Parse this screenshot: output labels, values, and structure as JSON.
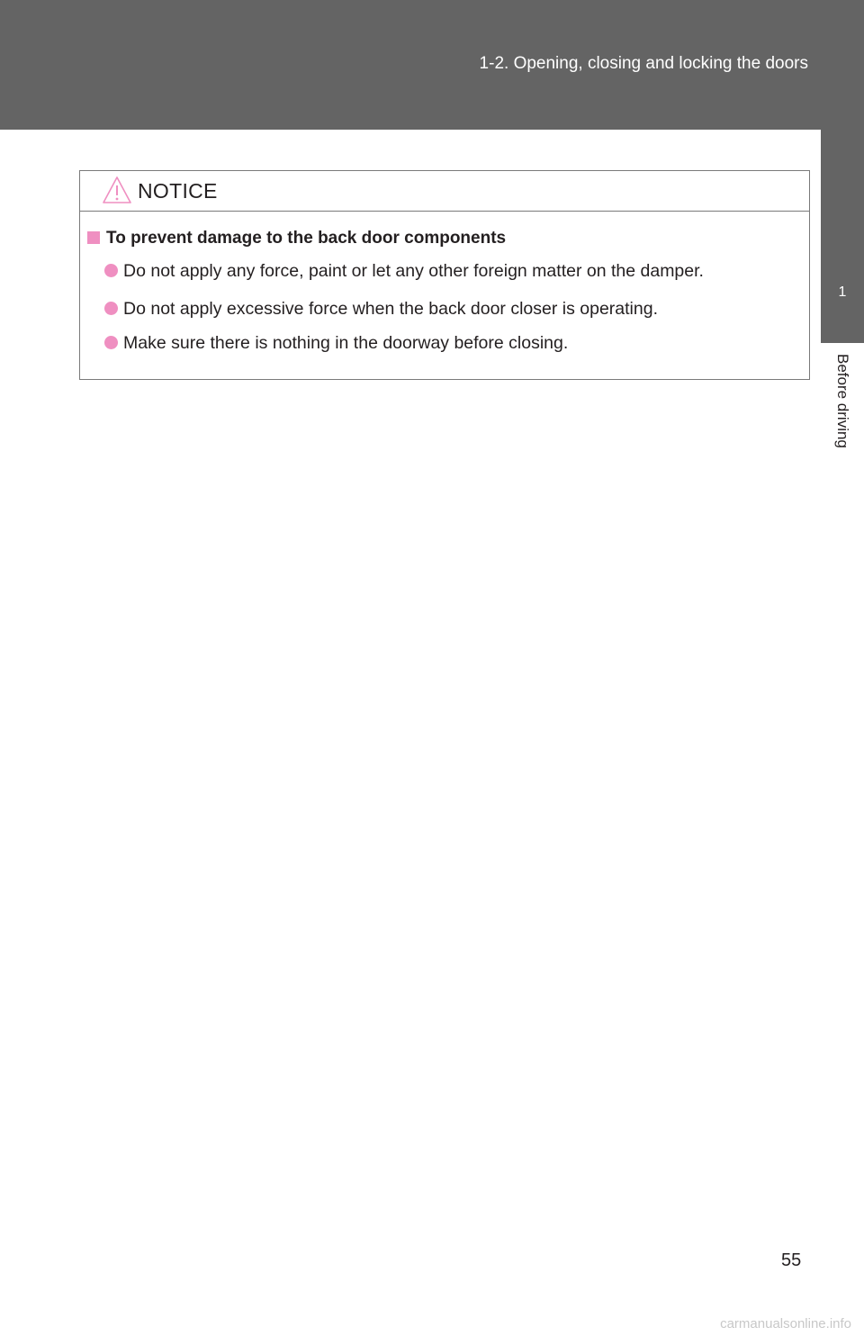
{
  "header": {
    "section_title": "1-2. Opening, closing and locking the doors"
  },
  "side_tab": {
    "chapter_number": "1",
    "chapter_label": "Before driving"
  },
  "notice": {
    "title": "NOTICE",
    "heading": "To prevent damage to the back door components",
    "bullets": [
      "Do not apply any force, paint or let any other foreign matter on the damper.",
      "Do not apply excessive force when the back door closer is operating.",
      "Make sure there is nothing in the doorway before closing."
    ]
  },
  "footer": {
    "page_number": "55",
    "watermark": "carmanualsonline.info"
  },
  "colors": {
    "header_band": "#646464",
    "accent_pink": "#ef8fc1",
    "text": "#231f20"
  },
  "icons": {
    "notice": "warning-triangle-icon",
    "heading_bullet": "square-bullet-icon",
    "item_bullet": "round-bullet-icon"
  }
}
